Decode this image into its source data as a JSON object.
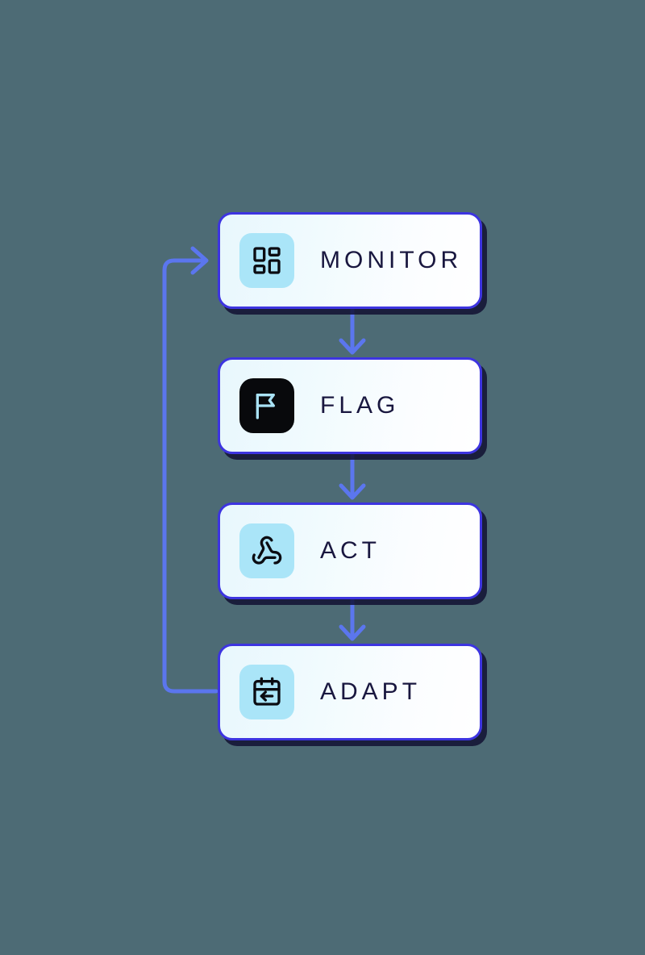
{
  "diagram": {
    "title": "Monitor Flag Act Adapt feedback loop",
    "background_color": "#4d6b75",
    "accent_color": "#3d34e0",
    "connector_color": "#5b76ee",
    "label_color": "#19173f",
    "icon_tile_color": "#aae5f8",
    "icon_tile_dark_color": "#08090c",
    "steps": [
      {
        "label": "MONITOR",
        "icon": "layout-dashboard-icon",
        "tile_style": "light"
      },
      {
        "label": "FLAG",
        "icon": "flag-icon",
        "tile_style": "dark"
      },
      {
        "label": "ACT",
        "icon": "webhook-icon",
        "tile_style": "light"
      },
      {
        "label": "ADAPT",
        "icon": "calendar-arrow-left-icon",
        "tile_style": "light"
      }
    ],
    "connectors": [
      {
        "from": "MONITOR",
        "to": "FLAG",
        "type": "arrow-down"
      },
      {
        "from": "FLAG",
        "to": "ACT",
        "type": "arrow-down"
      },
      {
        "from": "ACT",
        "to": "ADAPT",
        "type": "arrow-down"
      },
      {
        "from": "ADAPT",
        "to": "MONITOR",
        "type": "feedback-loop-left"
      }
    ]
  }
}
